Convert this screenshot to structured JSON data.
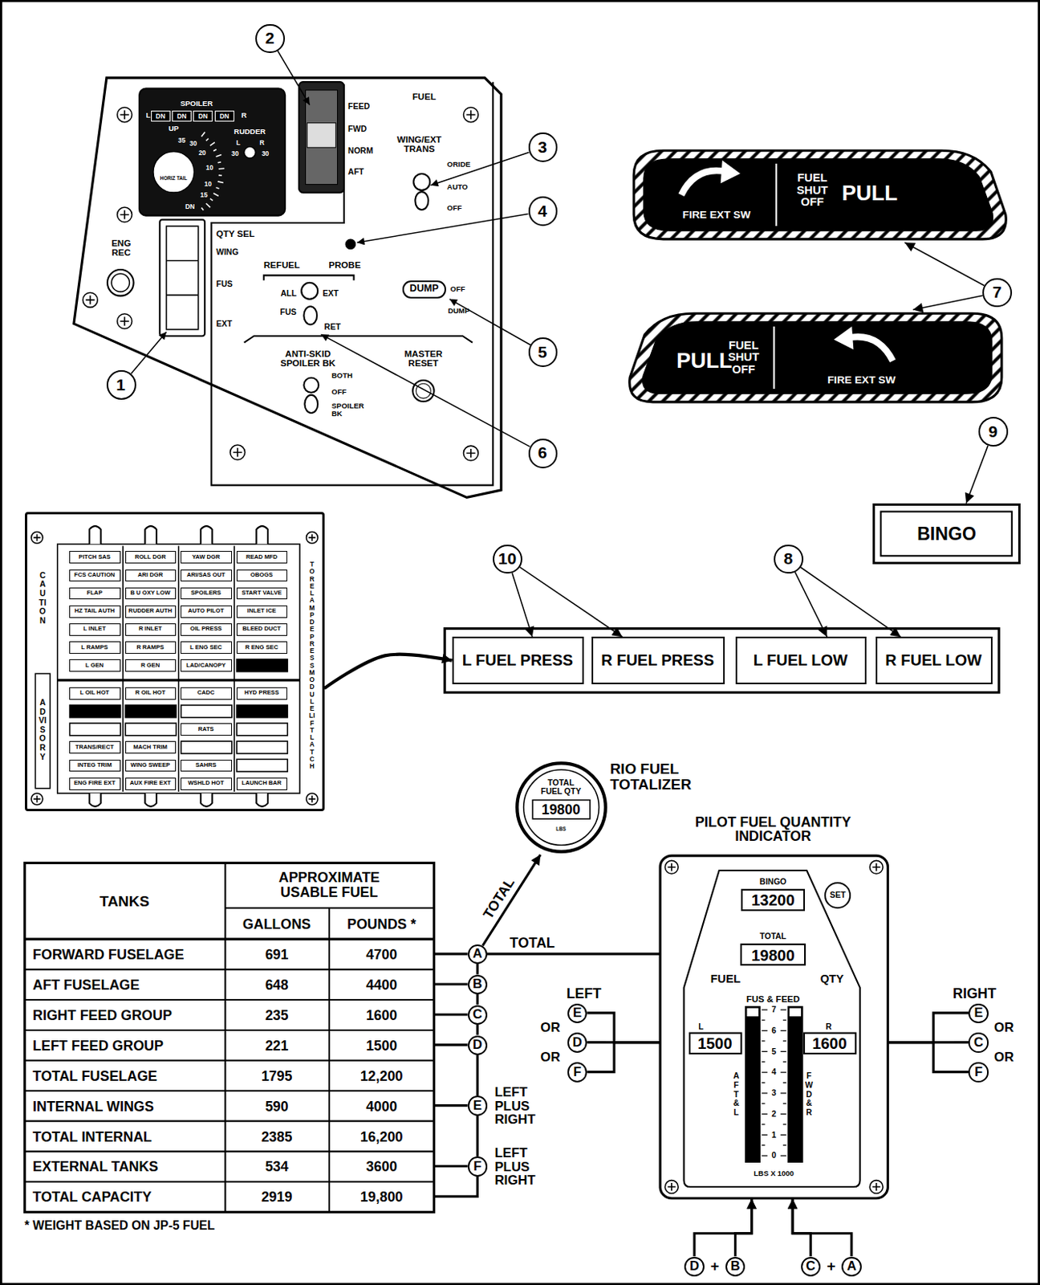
{
  "diagram": {
    "nodes": [
      {
        "text": [
          "1"
        ]
      },
      {
        "text": [
          "2"
        ]
      },
      {
        "text": [
          "3"
        ]
      },
      {
        "text": [
          "4"
        ]
      },
      {
        "text": [
          "5"
        ]
      },
      {
        "text": [
          "6"
        ]
      },
      {
        "text": [
          "7"
        ]
      },
      {
        "text": [
          "8"
        ]
      },
      {
        "text": [
          "9"
        ]
      },
      {
        "text": [
          "10"
        ]
      },
      {
        "text": [
          "FIRE EXT SW",
          "FUEL SHUT OFF",
          "PULL"
        ]
      },
      {
        "text": [
          "PULL",
          "FUEL SHUT OFF",
          "FIRE EXT SW"
        ]
      },
      {
        "text": [
          "BINGO"
        ]
      },
      {
        "text": [
          "DUMP"
        ]
      },
      {
        "text": [
          "DN"
        ]
      },
      {
        "text": [
          "DN"
        ]
      },
      {
        "text": [
          "DN"
        ]
      },
      {
        "text": [
          "DN"
        ]
      },
      {
        "text": [
          "CAUTION",
          "ADVISORY",
          "TO RELAMP DEPRESS MODULE LIFT LATCH"
        ]
      },
      {
        "text": [
          "PITCH SAS"
        ],
        "in": 18
      },
      {
        "text": [
          "ROLL DGR"
        ],
        "in": 18
      },
      {
        "text": [
          "YAW DGR"
        ],
        "in": 18
      },
      {
        "text": [
          "READ MFD"
        ],
        "in": 18
      },
      {
        "text": [
          "FCS CAUTION"
        ],
        "in": 18
      },
      {
        "text": [
          "ARI DGR"
        ],
        "in": 18
      },
      {
        "text": [
          "ARI/SAS OUT"
        ],
        "in": 18
      },
      {
        "text": [
          "OBOGS"
        ],
        "in": 18
      },
      {
        "text": [
          "FLAP"
        ],
        "in": 18
      },
      {
        "text": [
          "B U OXY LOW"
        ],
        "in": 18
      },
      {
        "text": [
          "SPOILERS"
        ],
        "in": 18
      },
      {
        "text": [
          "START VALVE"
        ],
        "in": 18
      },
      {
        "text": [
          "HZ TAIL AUTH"
        ],
        "in": 18
      },
      {
        "text": [
          "RUDDER AUTH"
        ],
        "in": 18
      },
      {
        "text": [
          "AUTO PILOT"
        ],
        "in": 18
      },
      {
        "text": [
          "INLET ICE"
        ],
        "in": 18
      },
      {
        "text": [
          "L INLET"
        ],
        "in": 18
      },
      {
        "text": [
          "R INLET"
        ],
        "in": 18
      },
      {
        "text": [
          "OIL PRESS"
        ],
        "in": 18
      },
      {
        "text": [
          "BLEED DUCT"
        ],
        "in": 18
      },
      {
        "text": [
          "L RAMPS"
        ],
        "in": 18
      },
      {
        "text": [
          "R RAMPS"
        ],
        "in": 18
      },
      {
        "text": [
          "L ENG SEC"
        ],
        "in": 18
      },
      {
        "text": [
          "R ENG SEC"
        ],
        "in": 18
      },
      {
        "text": [
          "L GEN"
        ],
        "in": 18
      },
      {
        "text": [
          "R GEN"
        ],
        "in": 18
      },
      {
        "text": [
          "LAD/CANOPY"
        ],
        "in": 18
      },
      {
        "text": [
          "L OIL HOT"
        ],
        "in": 18
      },
      {
        "text": [
          "R OIL HOT"
        ],
        "in": 18
      },
      {
        "text": [
          "CADC"
        ],
        "in": 18
      },
      {
        "text": [
          "HYD PRESS"
        ],
        "in": 18
      },
      {
        "text": [
          "RATS"
        ],
        "in": 18
      },
      {
        "text": [
          "TRANS/RECT"
        ],
        "in": 18
      },
      {
        "text": [
          "MACH TRIM"
        ],
        "in": 18
      },
      {
        "text": [
          "INTEG TRIM"
        ],
        "in": 18
      },
      {
        "text": [
          "WING SWEEP"
        ],
        "in": 18
      },
      {
        "text": [
          "SAHRS"
        ],
        "in": 18
      },
      {
        "text": [
          "ENG FIRE EXT"
        ],
        "in": 18
      },
      {
        "text": [
          "AUX FIRE EXT"
        ],
        "in": 18
      },
      {
        "text": [
          "WSHLD HOT"
        ],
        "in": 18
      },
      {
        "text": [
          "LAUNCH BAR"
        ],
        "in": 18
      },
      {
        "text": [
          "L FUEL PRESS"
        ]
      },
      {
        "text": [
          "R FUEL PRESS"
        ]
      },
      {
        "text": [
          "L FUEL LOW"
        ]
      },
      {
        "text": [
          "R FUEL LOW"
        ]
      },
      {
        "text": [
          "RIO FUEL TOTALIZER",
          "TOTAL FUEL QTY",
          "19800",
          "LBS"
        ]
      },
      {
        "text": [
          "PILOT FUEL QUANTITY INDICATOR",
          "FUEL",
          "QTY",
          "FUS & FEED",
          "AFT & L",
          "FWD & R",
          "LBS X 1000"
        ]
      },
      {
        "text": [
          "BINGO",
          "13200"
        ],
        "in": 65
      },
      {
        "text": [
          "SET"
        ],
        "in": 65
      },
      {
        "text": [
          "TOTAL",
          "19800"
        ],
        "in": 65
      },
      {
        "text": [
          "L",
          "1500"
        ],
        "in": 65
      },
      {
        "text": [
          "R",
          "1600"
        ],
        "in": 65
      },
      {
        "text": [
          "A"
        ]
      },
      {
        "text": [
          "B"
        ]
      },
      {
        "text": [
          "C"
        ]
      },
      {
        "text": [
          "D"
        ]
      },
      {
        "text": [
          "E"
        ]
      },
      {
        "text": [
          "F"
        ]
      },
      {
        "text": [
          "E"
        ]
      },
      {
        "text": [
          "D"
        ]
      },
      {
        "text": [
          "F"
        ]
      },
      {
        "text": [
          "E"
        ]
      },
      {
        "text": [
          "C"
        ]
      },
      {
        "text": [
          "F"
        ]
      },
      {
        "text": [
          "D"
        ]
      },
      {
        "text": [
          "B"
        ]
      },
      {
        "text": [
          "C"
        ]
      },
      {
        "text": [
          "A"
        ]
      }
    ],
    "edges": [
      {
        "from": 6,
        "to": 10,
        "arrow": "to"
      },
      {
        "from": 6,
        "to": 11,
        "arrow": "to"
      },
      {
        "from": 7,
        "to": 62,
        "arrow": "to"
      },
      {
        "from": 7,
        "to": 63,
        "arrow": "to"
      },
      {
        "from": 8,
        "to": 12,
        "arrow": "to"
      },
      {
        "from": 9,
        "to": 60,
        "arrow": "to"
      },
      {
        "from": 9,
        "to": 61,
        "arrow": "to"
      },
      {
        "from": 18,
        "to": 60,
        "arrow": "to"
      },
      {
        "from": 71,
        "to": 64,
        "label": "TOTAL",
        "arrow": "to"
      },
      {
        "from": 71,
        "to": 68,
        "label": "TOTAL",
        "arrow": "none"
      },
      {
        "from": 71,
        "to": 72,
        "arrow": "none"
      },
      {
        "from": 72,
        "to": 73,
        "arrow": "none"
      },
      {
        "from": 73,
        "to": 74,
        "arrow": "none"
      },
      {
        "from": 74,
        "to": 75,
        "arrow": "none"
      },
      {
        "from": 75,
        "to": 76,
        "arrow": "none"
      },
      {
        "from": 77,
        "to": 69,
        "arrow": "to"
      },
      {
        "from": 78,
        "to": 69,
        "arrow": "to"
      },
      {
        "from": 79,
        "to": 69,
        "arrow": "to"
      },
      {
        "from": 80,
        "to": 70,
        "arrow": "to"
      },
      {
        "from": 81,
        "to": 70,
        "arrow": "to"
      },
      {
        "from": 82,
        "to": 70,
        "arrow": "to"
      },
      {
        "from": 83,
        "to": 65,
        "arrow": "to"
      },
      {
        "from": 84,
        "to": 65,
        "arrow": "to"
      },
      {
        "from": 85,
        "to": 65,
        "arrow": "to"
      },
      {
        "from": 86,
        "to": 65,
        "arrow": "to"
      }
    ],
    "labels": [
      "SPOILER",
      "L",
      "R",
      "UP",
      "35",
      "30",
      "20",
      "10",
      "10",
      "15",
      "DN",
      "HORIZ TAIL",
      "RUDDER",
      "L",
      "R",
      "30",
      "30",
      "FEED",
      "FWD",
      "NORM",
      "AFT",
      "FUEL",
      "WING/EXT TRANS",
      "ORIDE",
      "AUTO",
      "OFF",
      "QTY SEL",
      "WING",
      "FUS",
      "EXT",
      "ENG REC",
      "REFUEL",
      "PROBE",
      "ALL",
      "EXT",
      "FUS",
      "RET",
      "OFF",
      "DUMP",
      "ANTI-SKID SPOILER BK",
      "MASTER RESET",
      "BOTH",
      "OFF",
      "SPOILER BK",
      "TANKS",
      "APPROXIMATE USABLE FUEL",
      "GALLONS",
      "POUNDS *",
      "FORWARD FUSELAGE",
      "691",
      "4700",
      "AFT FUSELAGE",
      "648",
      "4400",
      "RIGHT FEED GROUP",
      "235",
      "1600",
      "LEFT FEED GROUP",
      "221",
      "1500",
      "TOTAL FUSELAGE",
      "1795",
      "12,200",
      "INTERNAL WINGS",
      "590",
      "4000",
      "TOTAL INTERNAL",
      "2385",
      "16,200",
      "EXTERNAL TANKS",
      "534",
      "3600",
      "TOTAL CAPACITY",
      "2919",
      "19,800",
      "* WEIGHT BASED ON JP-5 FUEL",
      "LEFT PLUS RIGHT",
      "LEFT PLUS RIGHT",
      "LEFT",
      "OR",
      "OR",
      "RIGHT",
      "OR",
      "OR",
      "+",
      "+",
      "7",
      "6",
      "5",
      "4",
      "3",
      "2",
      "1",
      "0"
    ]
  }
}
